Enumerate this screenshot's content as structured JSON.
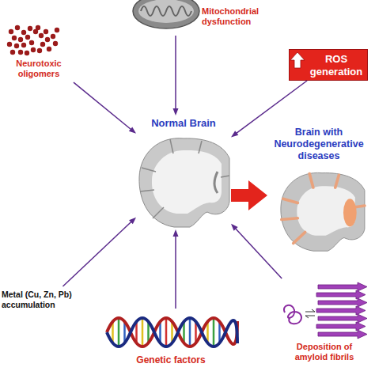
{
  "diagram": {
    "nodes": [
      {
        "text": [
          "Neurotoxic oligomers"
        ]
      },
      {
        "text": [
          "Mitochondrial dysfunction"
        ]
      },
      {
        "text": [
          "ROS generation"
        ]
      },
      {
        "text": [
          "Normal Brain"
        ]
      },
      {
        "text": [
          "Brain with Neurodegenerative diseases"
        ]
      },
      {
        "text": [
          "Metal (Cu, Zn, Pb) accumulation"
        ]
      },
      {
        "text": [
          "Genetic factors"
        ]
      },
      {
        "text": [
          "Deposition of amyloid fibrils"
        ]
      }
    ],
    "edges": [
      {
        "from": 0,
        "to": 3,
        "arrow": "to"
      },
      {
        "from": 1,
        "to": 3,
        "arrow": "to"
      },
      {
        "from": 2,
        "to": 3,
        "arrow": "to"
      },
      {
        "from": 5,
        "to": 3,
        "arrow": "to"
      },
      {
        "from": 6,
        "to": 3,
        "arrow": "to"
      },
      {
        "from": 7,
        "to": 3,
        "arrow": "to"
      },
      {
        "from": 3,
        "to": 4,
        "arrow": "to"
      }
    ]
  }
}
